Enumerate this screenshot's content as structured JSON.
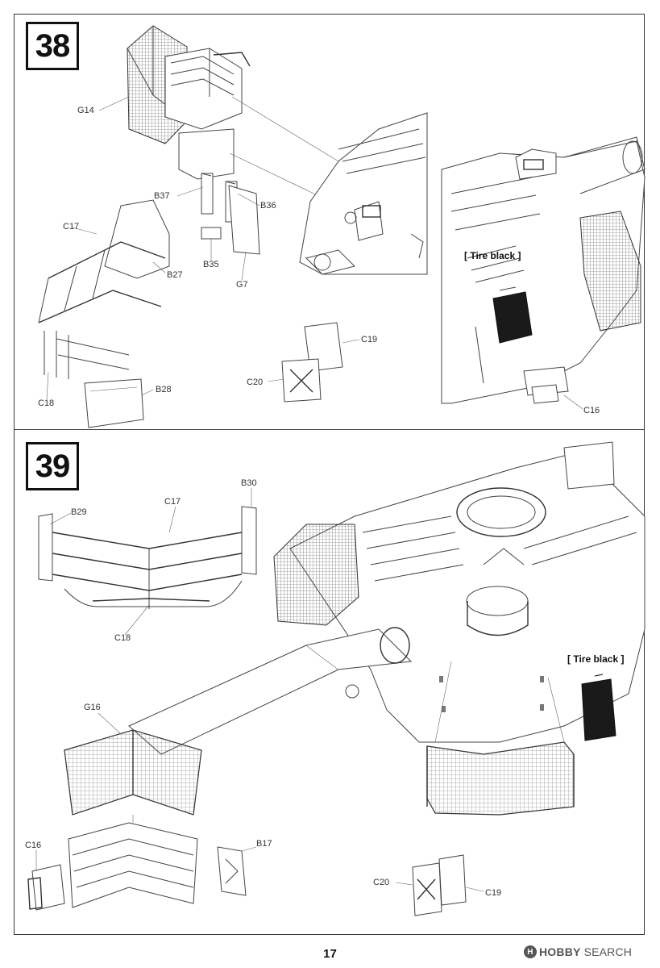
{
  "page": {
    "number": "17"
  },
  "watermark": {
    "logo": "H",
    "brand": "HOBBY",
    "text": "SEARCH"
  },
  "steps": [
    {
      "number": "38",
      "parts": [
        "G14",
        "B37",
        "B36",
        "B35",
        "G7",
        "C17",
        "B27",
        "C18",
        "B28",
        "C19",
        "C20",
        "C16"
      ],
      "notes": [
        "[ Tire black ]"
      ]
    },
    {
      "number": "39",
      "parts": [
        "B30",
        "B29",
        "C17",
        "C18",
        "G16",
        "C16",
        "B17",
        "C20",
        "C19"
      ],
      "notes": [
        "[ Tire black ]"
      ]
    }
  ]
}
